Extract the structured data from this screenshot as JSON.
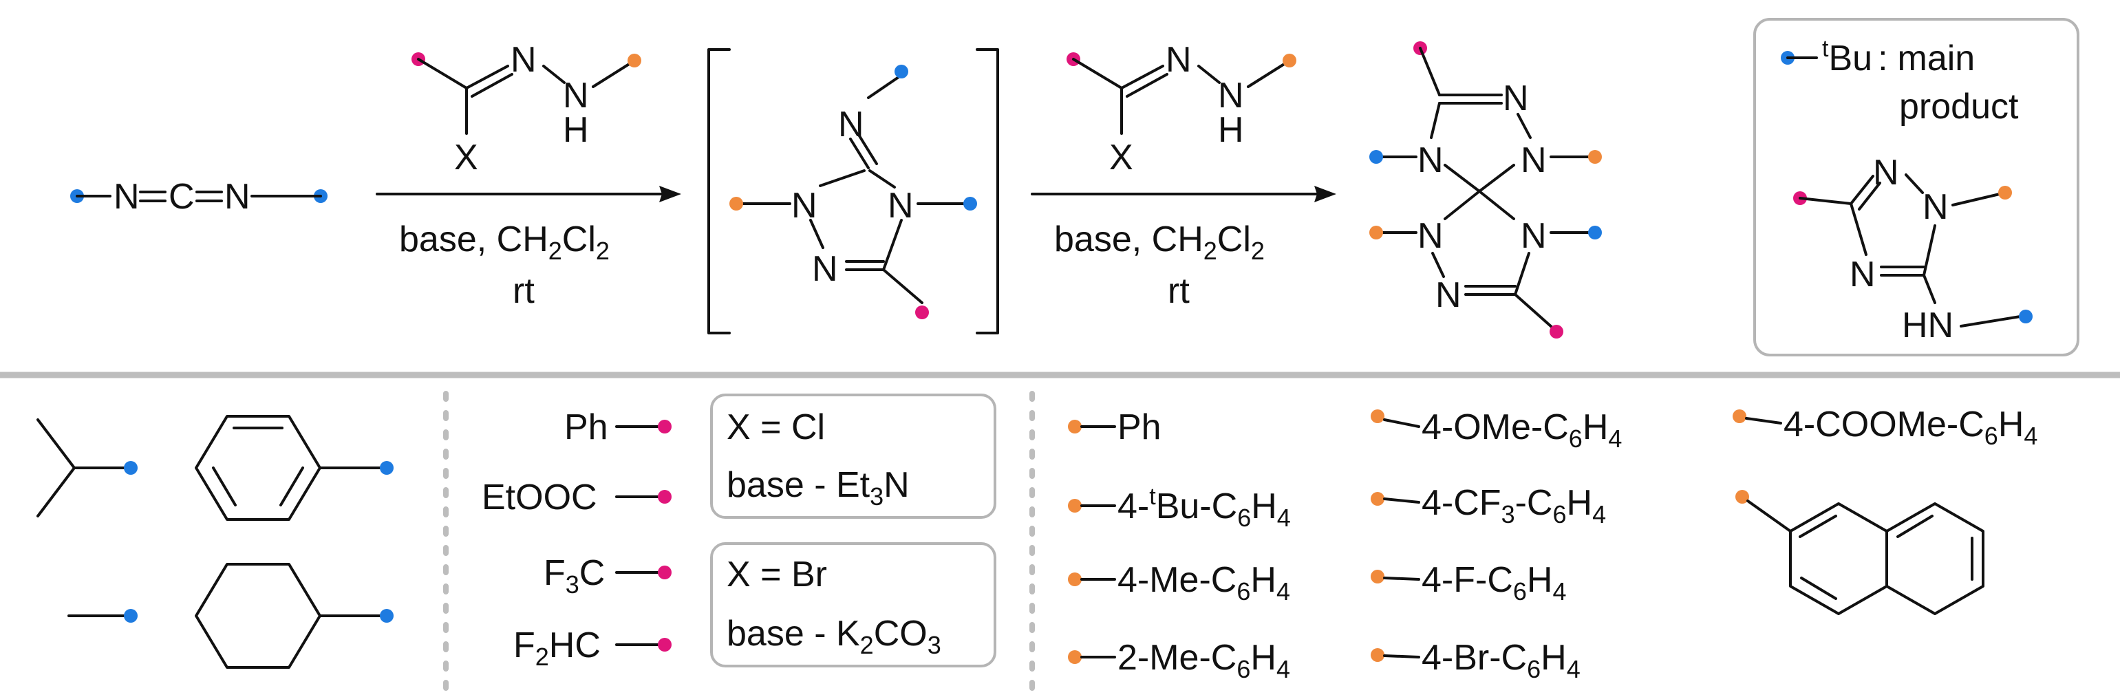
{
  "colors": {
    "blue_dot": "#1e7be0",
    "pink_dot": "#e0157a",
    "orange_dot": "#f08a3c",
    "divider": "#bdbdbd",
    "box_border": "#b5b5b5"
  },
  "reaction": {
    "carbodiimide": {
      "n1": "N",
      "c": "C",
      "n2": "N"
    },
    "reagent": {
      "n1": "N",
      "n2": "N",
      "h": "H",
      "x": "X"
    },
    "conditions": {
      "base": "base, CH",
      "sub2": "2",
      "cl": "Cl",
      "sub2b": "2",
      "rt": "rt"
    },
    "intermediate": {
      "imine_n": "N",
      "n1": "N",
      "n2": "N",
      "n4": "N"
    },
    "product": {
      "n": "N"
    }
  },
  "main_product_box": {
    "tbu_sup": "t",
    "tbu_text": "Bu",
    "colon": ":",
    "main": "main",
    "product": "product",
    "n": "N",
    "hn": "HN"
  },
  "legend": {
    "acid_groups": [
      {
        "label": "Ph"
      },
      {
        "label": "EtOOC"
      },
      {
        "label": "F",
        "sub": "3",
        "tail": "C"
      },
      {
        "label": "F",
        "sub": "2",
        "tail": "HC"
      }
    ],
    "condition_boxes": [
      {
        "line1": "X = Cl",
        "line2": "base - Et",
        "sub": "3",
        "tail": "N"
      },
      {
        "line1": "X = Br",
        "line2": "base - K",
        "sub": "2",
        "mid": "CO",
        "sub2": "3"
      }
    ],
    "aryl_groups": [
      {
        "label": "Ph"
      },
      {
        "pre": "4-",
        "sup": "t",
        "mid": "Bu-C",
        "sub": "6",
        "post": "H",
        "sub2": "4"
      },
      {
        "pre": "4-Me-C",
        "sub": "6",
        "post": "H",
        "sub2": "4"
      },
      {
        "pre": "2-Me-C",
        "sub": "6",
        "post": "H",
        "sub2": "4"
      },
      {
        "pre": "4-OMe-C",
        "sub": "6",
        "post": "H",
        "sub2": "4"
      },
      {
        "pre": "4-CF",
        "sub": "3",
        "mid": "-C",
        "sub2": "6",
        "post": "H",
        "sub3": "4"
      },
      {
        "pre": "4-F-C",
        "sub": "6",
        "post": "H",
        "sub2": "4"
      },
      {
        "pre": "4-Br-C",
        "sub": "6",
        "post": "H",
        "sub2": "4"
      },
      {
        "pre": "4-COOMe-C",
        "sub": "6",
        "post": "H",
        "sub2": "4"
      }
    ]
  }
}
